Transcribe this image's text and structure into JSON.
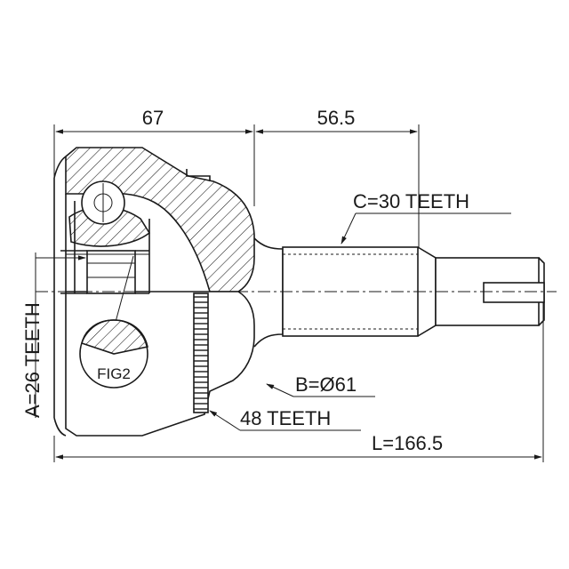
{
  "dimensions": {
    "housing_length": "67",
    "shaft_length": "56.5",
    "total_length": "L=166.5"
  },
  "callouts": {
    "outer_spline": "C=30 TEETH",
    "inner_spline": "A=26 TEETH",
    "seal_diameter": "B=Ø61",
    "abs_ring": "48 TEETH",
    "detail_ref": "FIG2"
  }
}
